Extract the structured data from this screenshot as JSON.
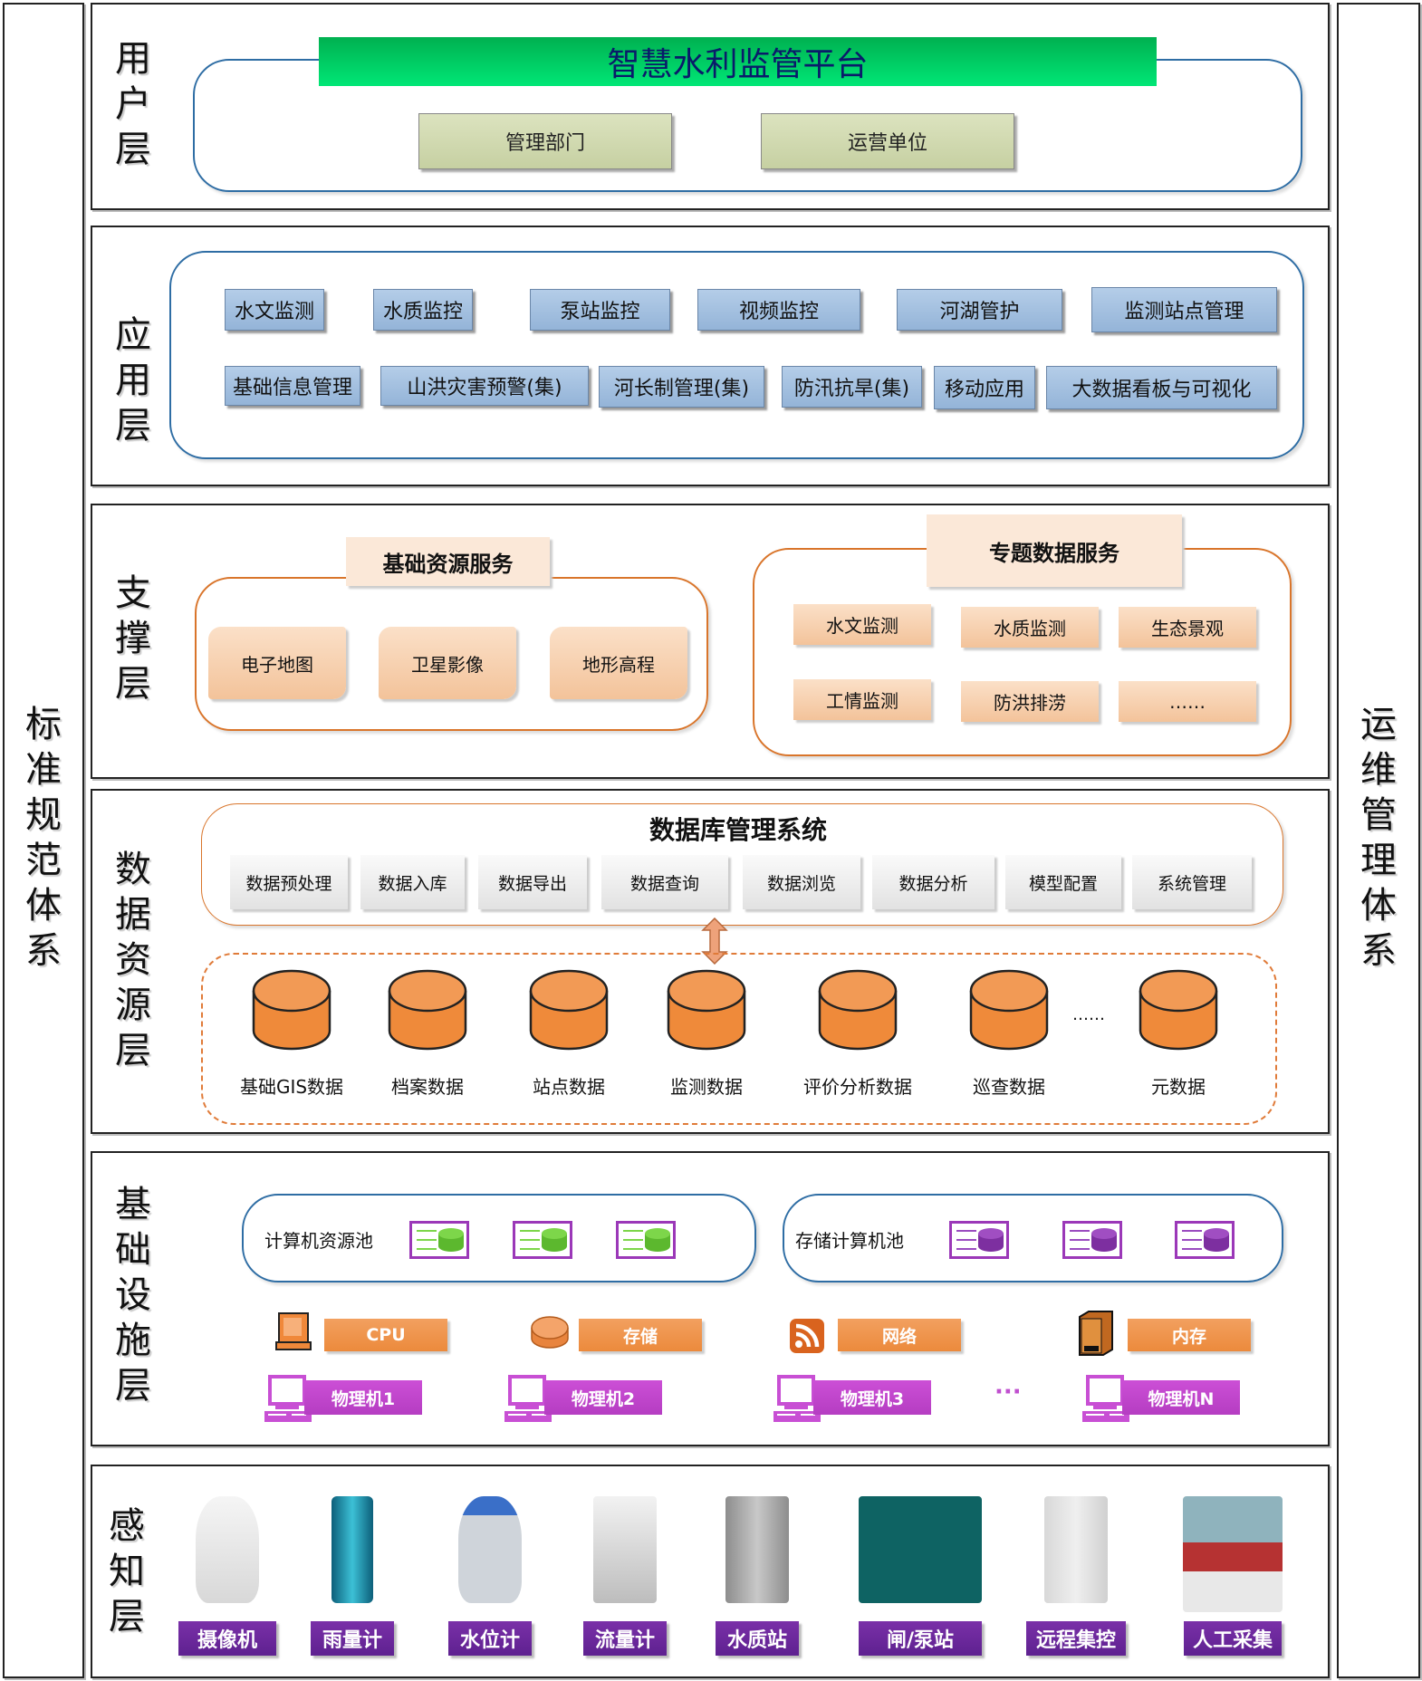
{
  "side": {
    "left_title": "标准规范体系",
    "right_title": "运维管理体系"
  },
  "layers": {
    "user": {
      "title": "用户层",
      "platform": "智慧水利监管平台",
      "items": [
        "管理部门",
        "运营单位"
      ]
    },
    "app": {
      "title": "应用层",
      "row1": [
        "水文监测",
        "水质监控",
        "泵站监控",
        "视频监控",
        "河湖管护",
        "监测站点管理"
      ],
      "row2": [
        "基础信息管理",
        "山洪灾害预警(集)",
        "河长制管理(集)",
        "防汛抗旱(集)",
        "移动应用",
        "大数据看板与可视化"
      ]
    },
    "support": {
      "title": "支撑层",
      "basic_title": "基础资源服务",
      "basic_items": [
        "电子地图",
        "卫星影像",
        "地形高程"
      ],
      "topic_title": "专题数据服务",
      "topic_items": [
        "水文监测",
        "水质监测",
        "生态景观",
        "工情监测",
        "防洪排涝",
        "……"
      ]
    },
    "data": {
      "title": "数据资源层",
      "dbms_title": "数据库管理系统",
      "dbms_items": [
        "数据预处理",
        "数据入库",
        "数据导出",
        "数据查询",
        "数据浏览",
        "数据分析",
        "模型配置",
        "系统管理"
      ],
      "databases": [
        "基础GIS数据",
        "档案数据",
        "站点数据",
        "监测数据",
        "评价分析数据",
        "巡查数据",
        "元数据"
      ],
      "ellipsis": "……"
    },
    "infra": {
      "title": "基础设施层",
      "compute_pool": "计算机资源池",
      "storage_pool": "存储计算机池",
      "resources": [
        "CPU",
        "存储",
        "网络",
        "内存"
      ],
      "machines": [
        "物理机1",
        "物理机2",
        "物理机3",
        "物理机N"
      ],
      "ellipsis": "···"
    },
    "sense": {
      "title": "感知层",
      "devices": [
        "摄像机",
        "雨量计",
        "水位计",
        "流量计",
        "水质站",
        "闸/泵站",
        "远程集控",
        "人工采集"
      ]
    }
  },
  "colors": {
    "platform_green": "#00d45a",
    "blue_border": "#2e6da4",
    "orange": "#ec8a3c",
    "purple": "#b53dc2",
    "dark_purple": "#5e2190"
  }
}
